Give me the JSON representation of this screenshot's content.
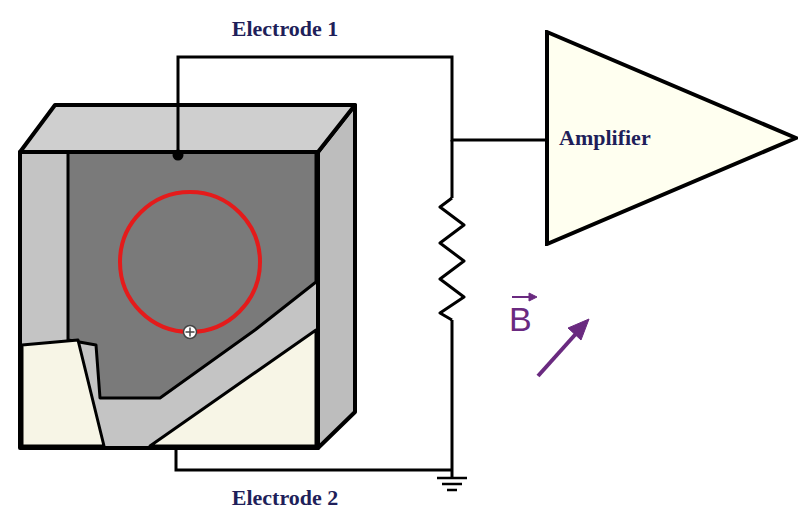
{
  "diagram": {
    "nodes": [
      {
        "text": [
          "Amplifier"
        ]
      }
    ],
    "labels": [
      "Electrode 1",
      "Electrode 2",
      "B"
    ]
  }
}
